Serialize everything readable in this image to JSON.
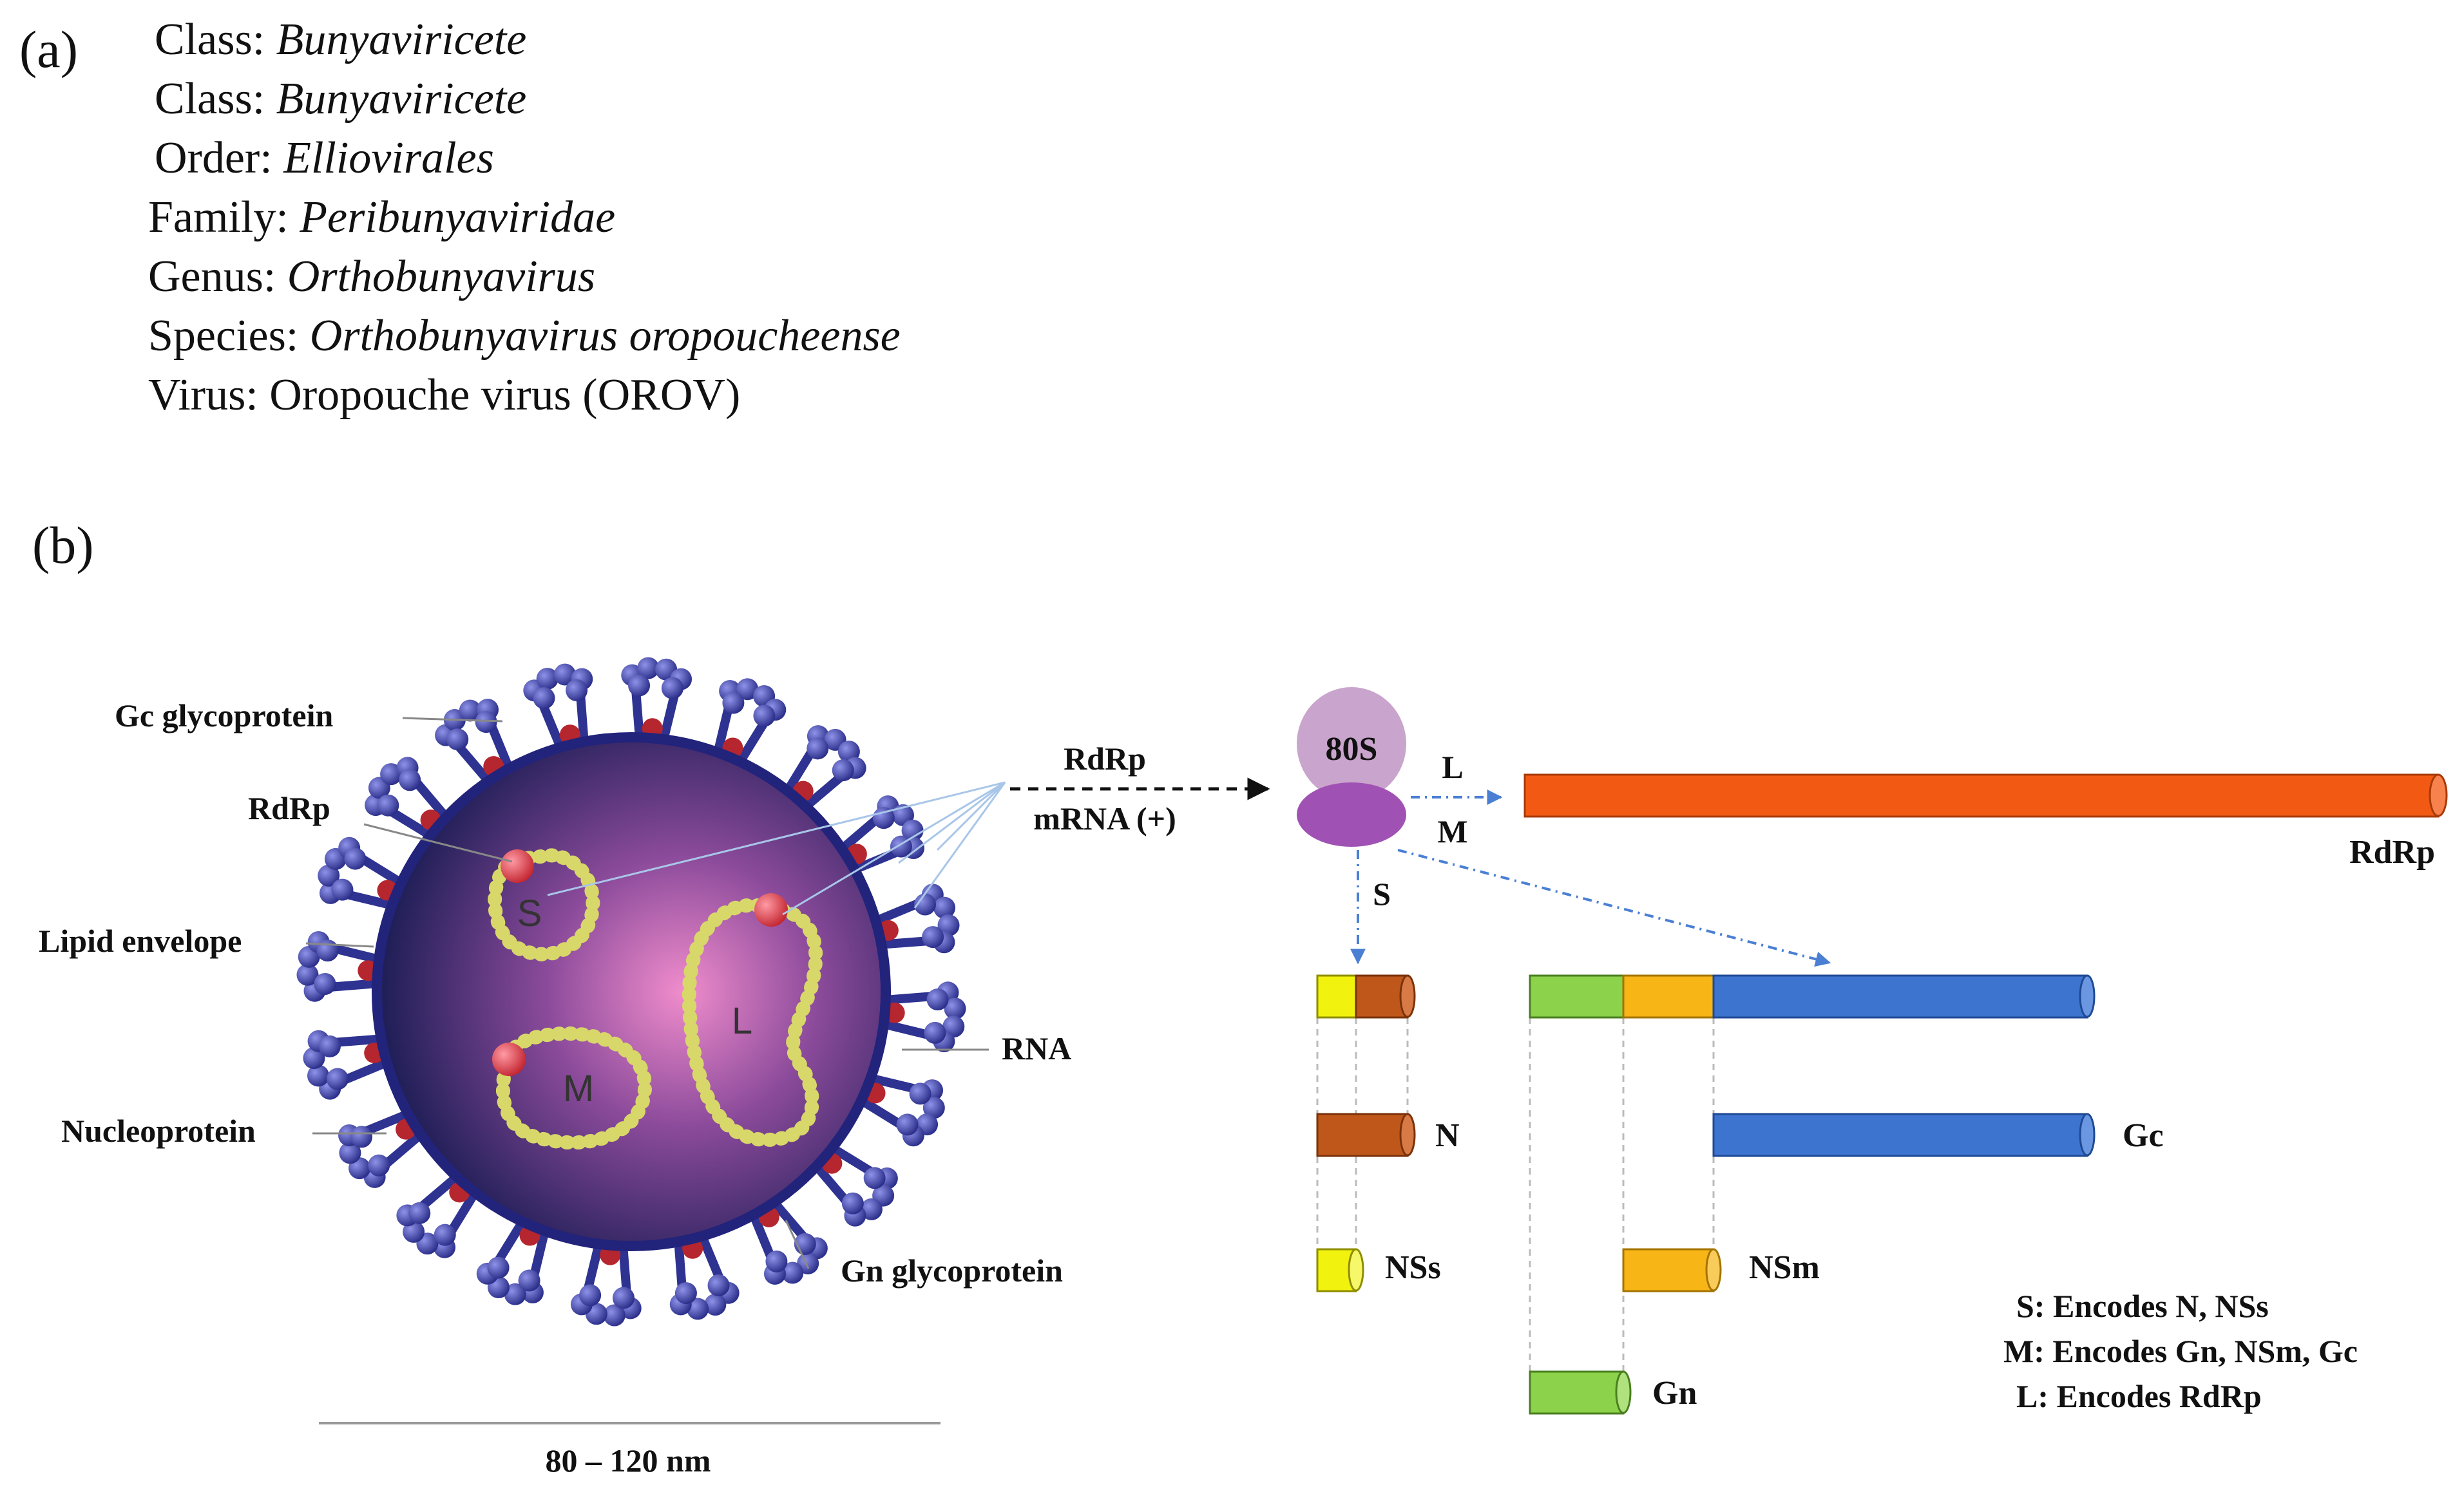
{
  "panel_a": {
    "label": "(a)",
    "taxonomy": [
      {
        "key": "Class:",
        "value": "Bunyaviricete",
        "italic": true
      },
      {
        "key": "Class:",
        "value": "Bunyaviricete",
        "italic": true
      },
      {
        "key": "Order:",
        "value": "Elliovirales",
        "italic": true
      },
      {
        "key": "Family:",
        "value": "Peribunyaviridae",
        "italic": true
      },
      {
        "key": "Genus:",
        "value": "Orthobunyavirus",
        "italic": true
      },
      {
        "key": "Species:",
        "value": "Orthobunyavirus oropoucheense",
        "italic": true
      },
      {
        "key": "Virus:",
        "value": "Oropouche virus (OROV)",
        "italic": false
      }
    ]
  },
  "panel_b": {
    "label": "(b)",
    "virion_labels": {
      "gc": "Gc glycoprotein",
      "rdrp": "RdRp",
      "lipid": "Lipid envelope",
      "nucleoprotein": "Nucleoprotein",
      "rna": "RNA",
      "gn": "Gn glycoprotein"
    },
    "segments": {
      "s": "S",
      "m": "M",
      "l": "L"
    },
    "scale": "80 – 120 nm",
    "flow": {
      "top": "RdRp",
      "bottom": "mRNA (+)"
    },
    "ribosome": "80S",
    "arrow_labels": {
      "l": "L",
      "m": "M",
      "s": "S"
    },
    "products": {
      "rdrp": "RdRp",
      "n": "N",
      "nss": "NSs",
      "gc": "Gc",
      "nsm": "NSm",
      "gn": "Gn"
    },
    "legend": [
      "S: Encodes N, NSs",
      "M: Encodes Gn, NSm, Gc",
      "L: Encodes RdRp"
    ]
  },
  "colors": {
    "rdrp_bar": "#f25a14",
    "n_bar": "#c0571a",
    "nss_bar": "#f2f20f",
    "gn_bar": "#8cd24a",
    "nsm_bar": "#f7b516",
    "gc_bar": "#3d74d0",
    "virion_core": "#e070b8",
    "spike": "#3b3f9c",
    "rna_bead": "#d8d86a",
    "ribosome_top": "#c9a4cc",
    "ribosome_bottom": "#a052b4"
  }
}
